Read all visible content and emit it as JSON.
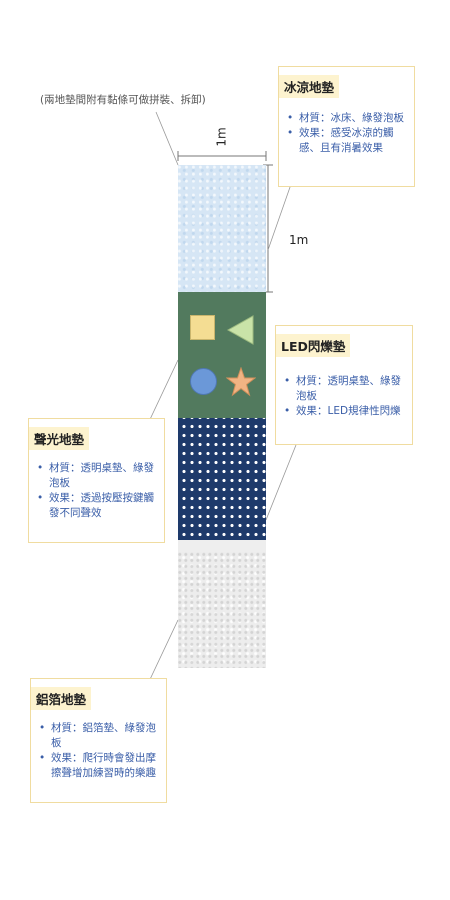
{
  "note": "(兩地墊間附有黏條可做拼裝、拆卸)",
  "dimensions": {
    "width": "1m",
    "height": "1m"
  },
  "shapes": {
    "square": "square-shape",
    "triangle": "triangle-shape",
    "circle": "circle-shape",
    "star": "star-shape"
  },
  "colors": {
    "cool_mat": "#d6e6f5",
    "led_mat": "#527a5e",
    "sound_mat": "#1e3a6b",
    "foil_mat": "#ededed",
    "label_bg": "#fdf3cf",
    "label_border": "#f0dca0",
    "bullet_text": "#3a5ea8"
  },
  "labels": {
    "cool": {
      "title": "冰涼地墊",
      "items": [
        "材質：冰床、綠發泡板",
        "效果：感受冰涼的觸感、且有消暑效果"
      ]
    },
    "led": {
      "title": "LED閃爍墊",
      "items": [
        "材質：透明桌墊、綠發泡板",
        "效果：LED規律性閃爍"
      ]
    },
    "sound": {
      "title": "聲光地墊",
      "items": [
        "材質：透明桌墊、綠發泡板",
        "效果：透過按壓按鍵觸發不同聲效"
      ]
    },
    "foil": {
      "title": "鋁箔地墊",
      "items": [
        "材質：鋁箔墊、綠發泡板",
        "效果：爬行時會發出摩擦聲增加練習時的樂趣"
      ]
    }
  }
}
